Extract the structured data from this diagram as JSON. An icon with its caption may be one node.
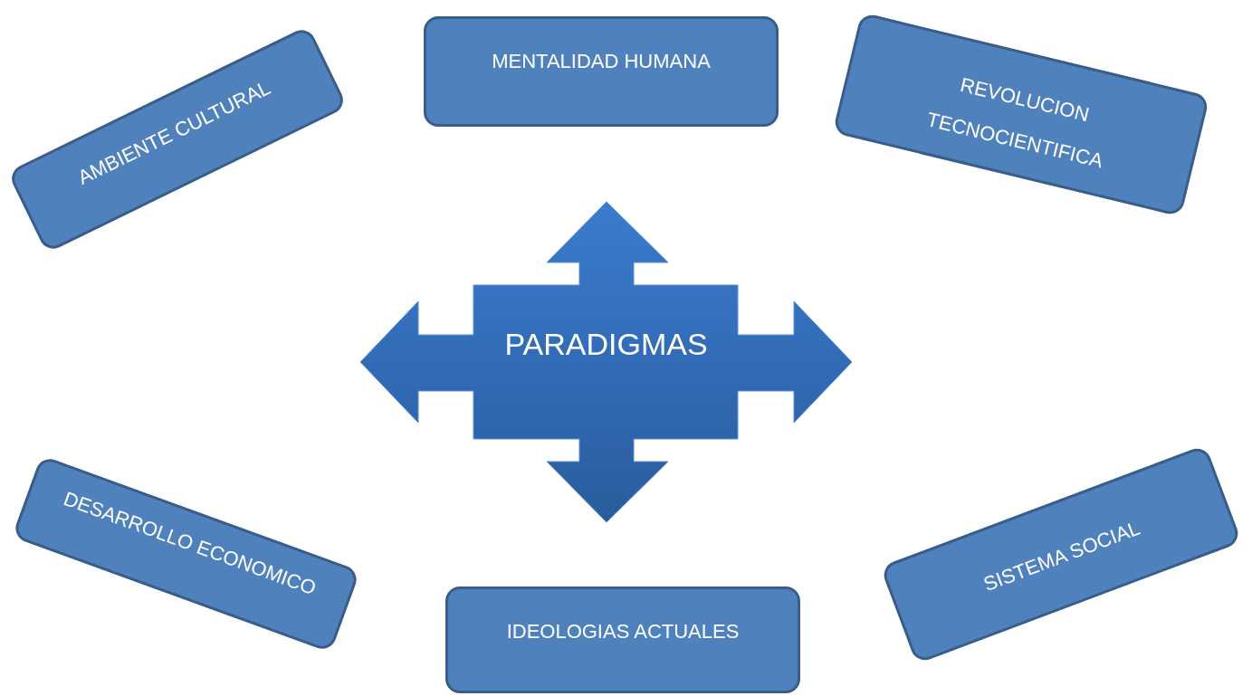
{
  "diagram": {
    "nodes": [
      {
        "text": [
          "AMBIENTE CULTURAL"
        ]
      },
      {
        "text": [
          "MENTALIDAD HUMANA"
        ]
      },
      {
        "text": [
          "REVOLUCION TECNOCIENTIFICA"
        ]
      },
      {
        "text": [
          "PARADIGMAS"
        ]
      },
      {
        "text": [
          "DESARROLLO ECONOMICO"
        ]
      },
      {
        "text": [
          "IDEOLOGIAS ACTUALES"
        ]
      },
      {
        "text": [
          "SISTEMA SOCIAL"
        ]
      }
    ]
  }
}
